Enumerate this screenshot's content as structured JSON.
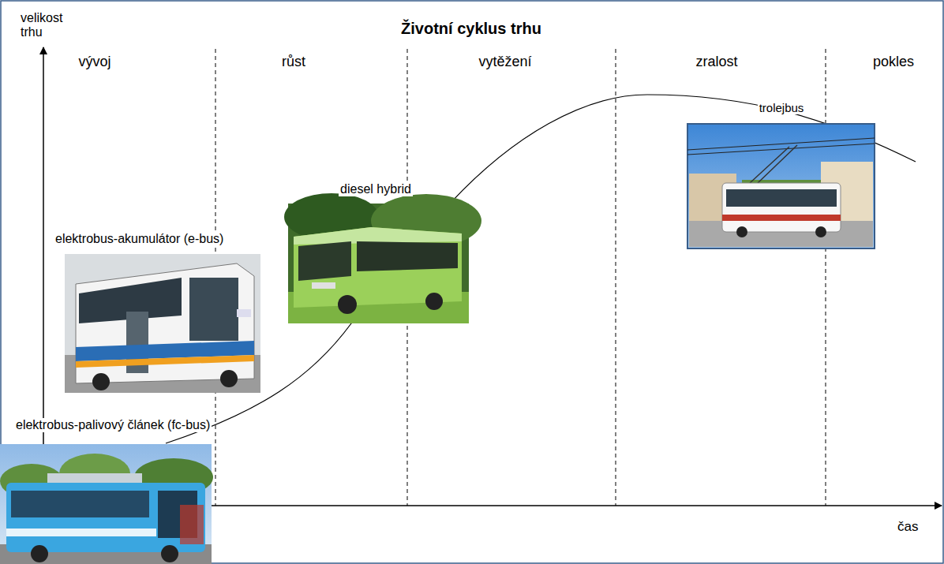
{
  "diagram": {
    "title": "Životní cyklus trhu",
    "labels": [
      "velikost trhu",
      "vývoj",
      "růst",
      "vytěžení",
      "zralost",
      "pokles",
      "trolejbus",
      "diesel hybrid",
      "elektrobus-akumulátor (e-bus)",
      "elektrobus-palivový článek (fc-bus)",
      "čas"
    ]
  }
}
